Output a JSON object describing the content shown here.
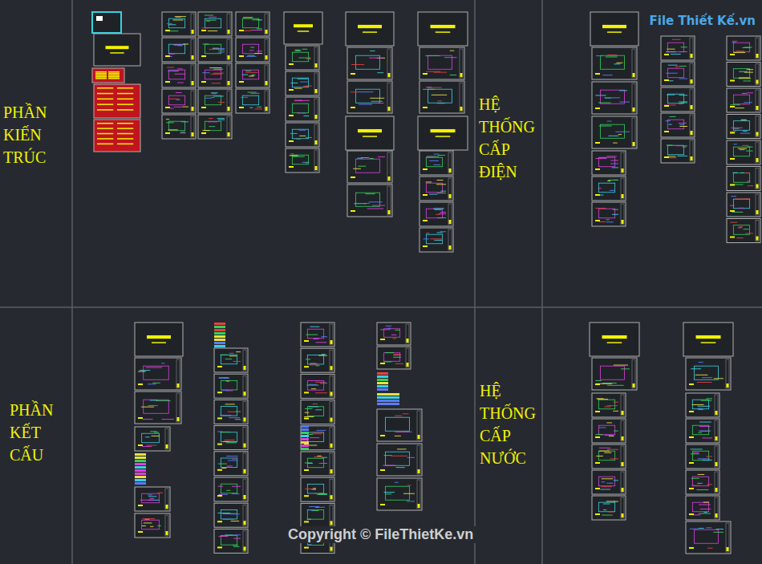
{
  "diagram": {
    "nodes": [
      {
        "text": [
          "PHẦN KIẾN TRÚC"
        ]
      },
      {
        "text": [
          "HỆ THỐNG CẤP ĐIỆN"
        ]
      },
      {
        "text": [
          "PHẦN KẾT CẤU"
        ]
      },
      {
        "text": [
          "HỆ THỐNG CẤP NƯỚC"
        ]
      }
    ],
    "labels": [
      "File Thiết Kế.vn",
      "Copyright © FileThietKe.vn"
    ]
  }
}
